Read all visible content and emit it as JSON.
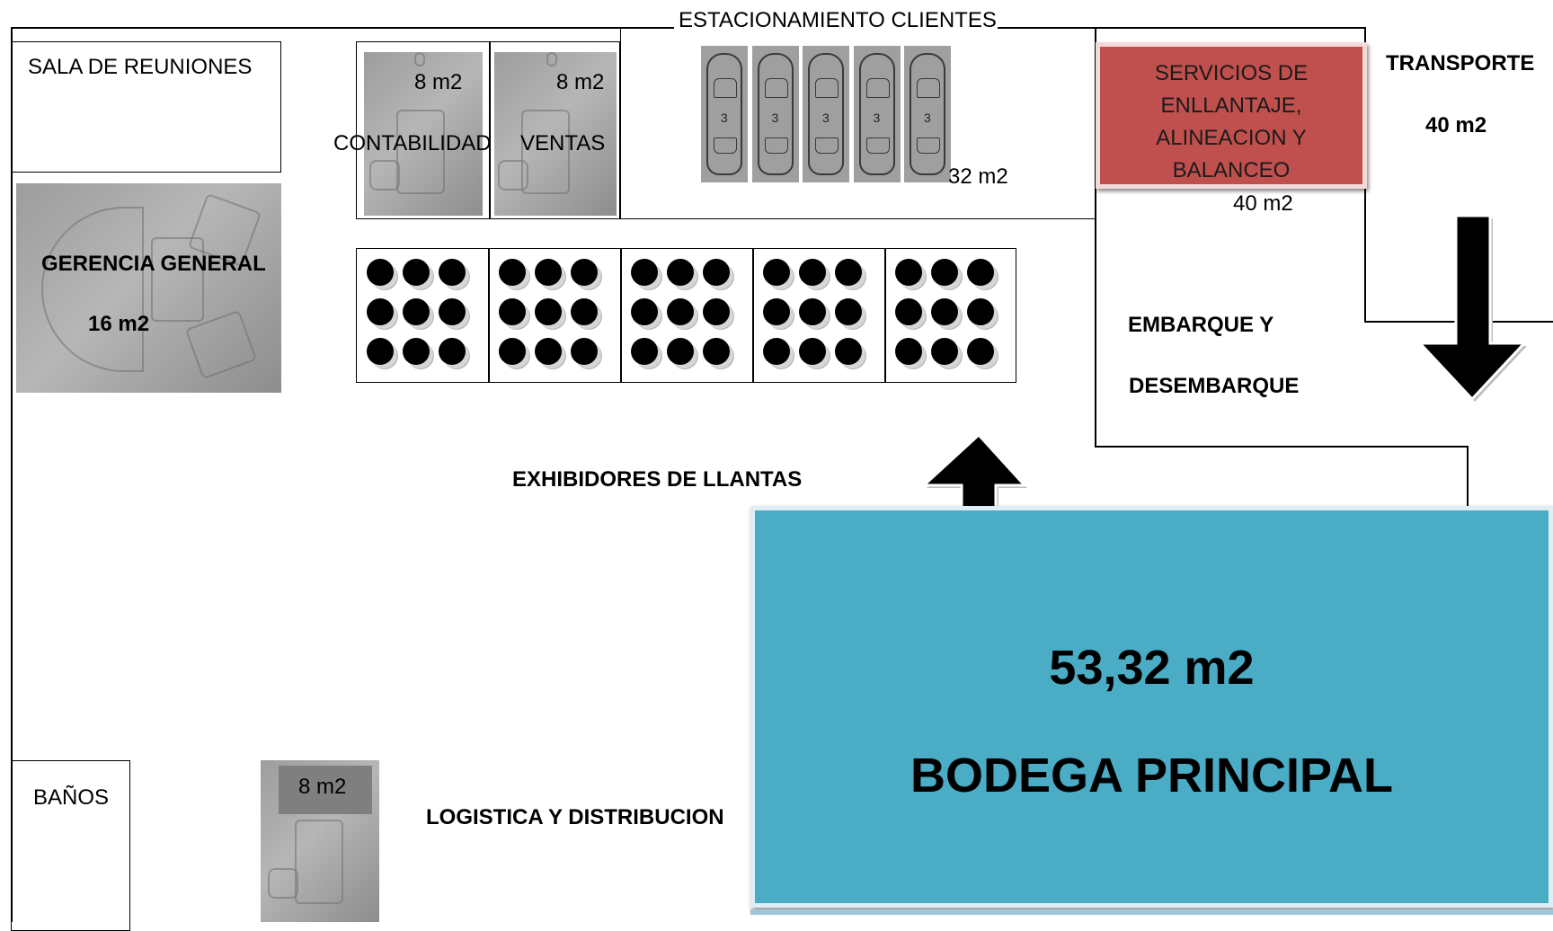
{
  "labels": {
    "sala_reuniones": "SALA DE REUNIONES",
    "contabilidad": "CONTABILIDAD",
    "contabilidad_area": "8 m2",
    "ventas": "VENTAS",
    "ventas_area": "8 m2",
    "estacionamiento": "ESTACIONAMIENTO CLIENTES",
    "estacionamiento_area": "32 m2",
    "servicios_line1": "SERVICIOS DE",
    "servicios_line2": "ENLLANTAJE,",
    "servicios_line3": "ALINEACION Y",
    "servicios_line4": "BALANCEO",
    "servicios_area": "40 m2",
    "transporte": "TRANSPORTE",
    "transporte_area": "40 m2",
    "gerencia": "GERENCIA GENERAL",
    "gerencia_area": "16 m2",
    "embarque_line1": "EMBARQUE Y",
    "embarque_line2": "DESEMBARQUE",
    "exhibidores": "EXHIBIDORES DE LLANTAS",
    "bodega_area": "53,32 m2",
    "bodega": "BODEGA PRINCIPAL",
    "banos": "BAÑOS",
    "logistica_area": "8 m2",
    "logistica": "LOGISTICA Y DISTRIBUCION"
  },
  "parking": {
    "cars": [
      "3",
      "3",
      "3",
      "3",
      "3"
    ]
  },
  "tire_display": {
    "sections": 5,
    "rows": 3,
    "cols": 3
  },
  "colors": {
    "servicios": "#c0504d",
    "bodega": "#4bacc6",
    "arrow": "#000000"
  }
}
